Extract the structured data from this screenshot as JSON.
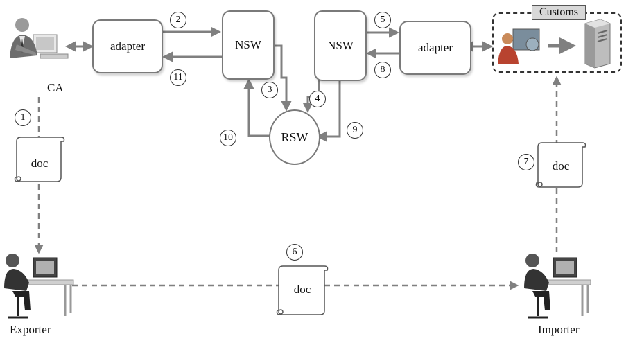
{
  "actors": {
    "ca": "CA",
    "exporter": "Exporter",
    "importer": "Importer",
    "customs": "Customs"
  },
  "nodes": {
    "adapter_left": "adapter",
    "nsw_left": "NSW",
    "nsw_right": "NSW",
    "adapter_right": "adapter",
    "rsw": "RSW"
  },
  "documents": {
    "doc_ca": "doc",
    "doc_middle": "doc",
    "doc_importer": "doc"
  },
  "steps": [
    "1",
    "2",
    "3",
    "4",
    "5",
    "6",
    "7",
    "8",
    "9",
    "10",
    "11"
  ],
  "colors": {
    "arrow": "#808080",
    "border": "#7a7a7a",
    "label_background": "#d8d8d8"
  },
  "icons": [
    "ca-person-computer-icon",
    "exporter-computer-user-icon",
    "importer-computer-user-icon",
    "customs-officer-icon",
    "server-icon"
  ]
}
